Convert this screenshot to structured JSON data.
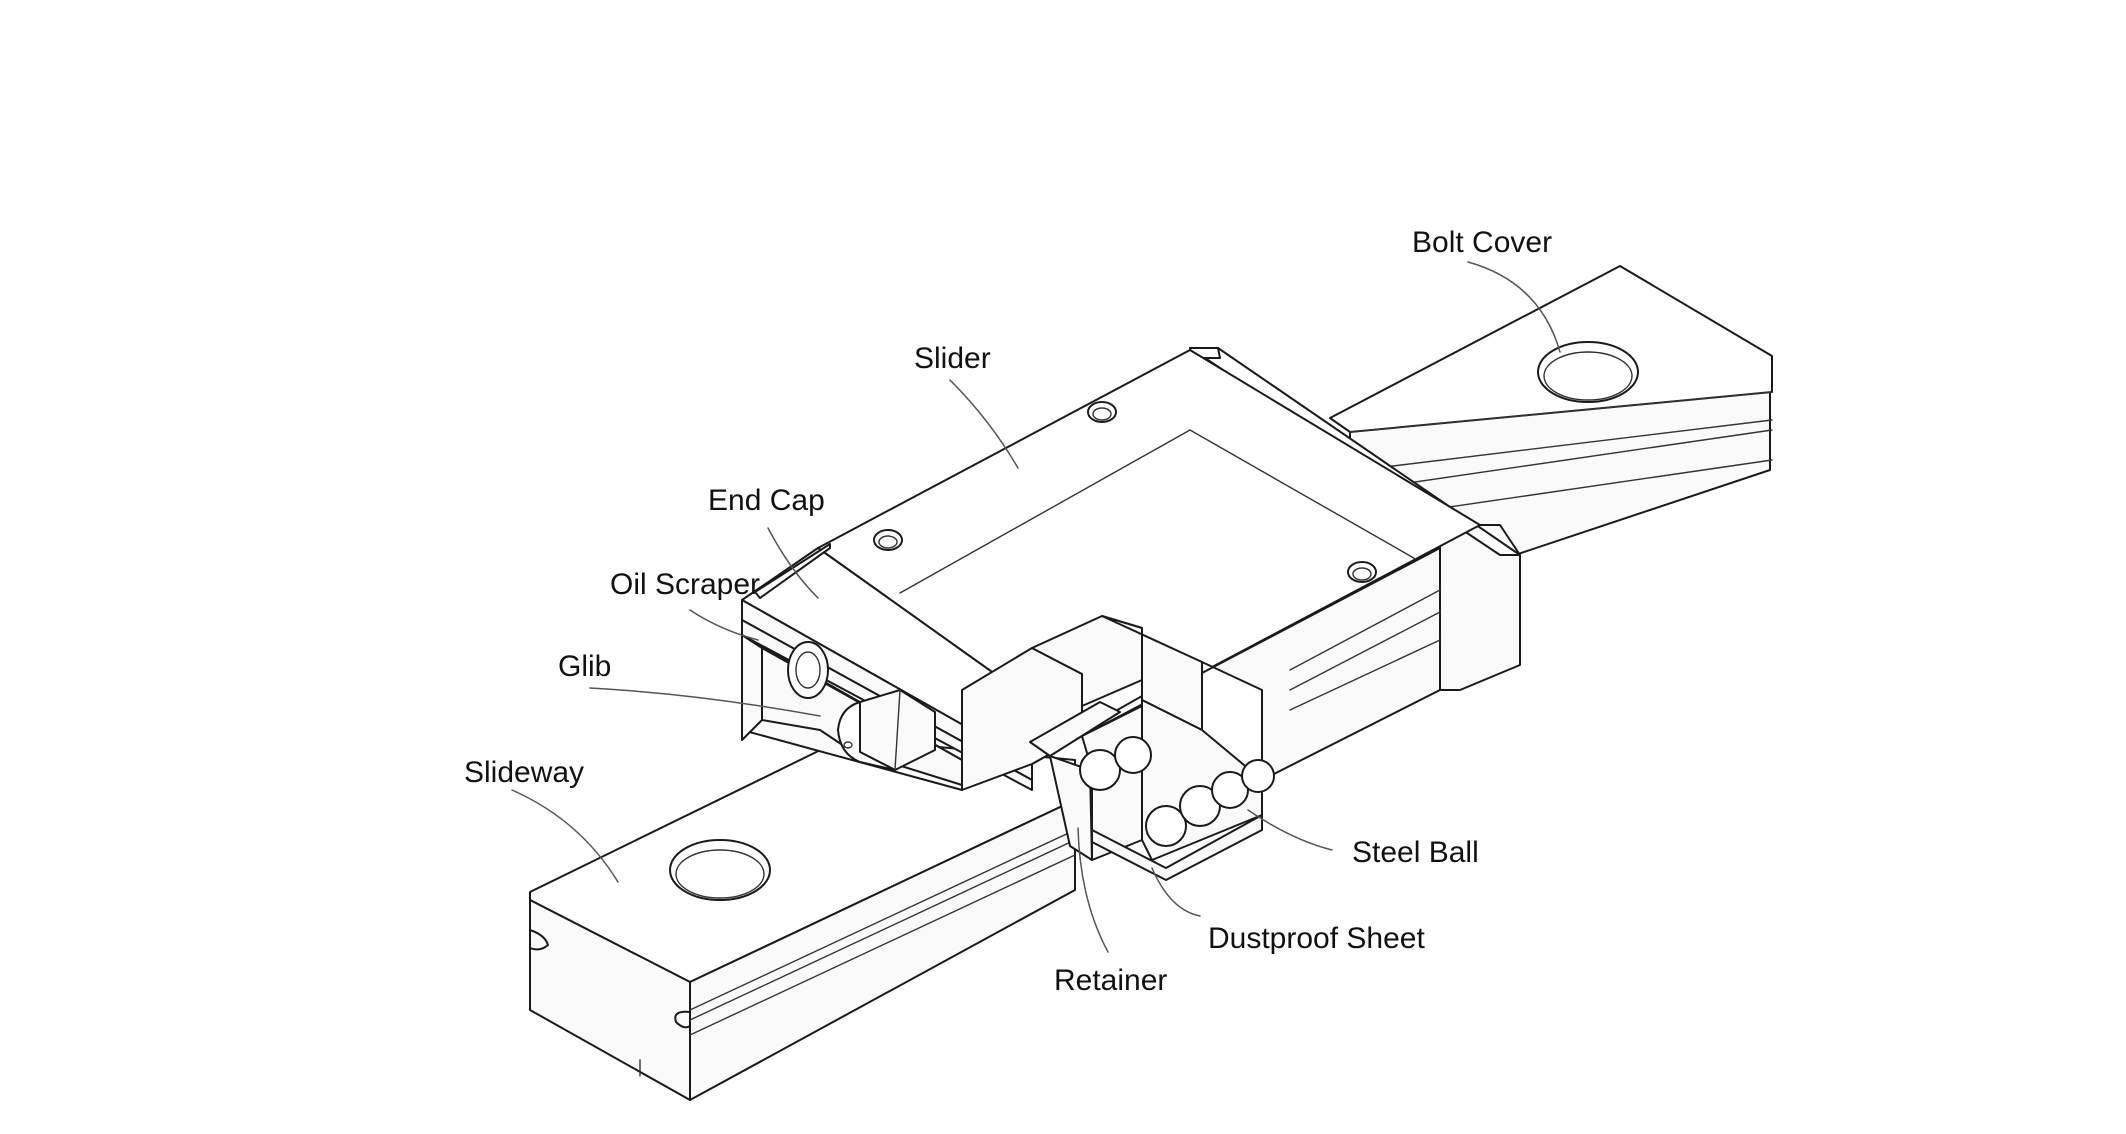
{
  "diagram": {
    "colors": {
      "background": "#ffffff",
      "line": "#1a1a1a",
      "leader": "#555555",
      "text": "#111111"
    },
    "labels": {
      "bolt_cover": "Bolt Cover",
      "slider": "Slider",
      "end_cap": "End Cap",
      "oil_scraper": "Oil Scraper",
      "glib": "Glib",
      "slideway": "Slideway",
      "steel_ball": "Steel Ball",
      "dustproof_sheet": "Dustproof Sheet",
      "retainer": "Retainer"
    }
  }
}
